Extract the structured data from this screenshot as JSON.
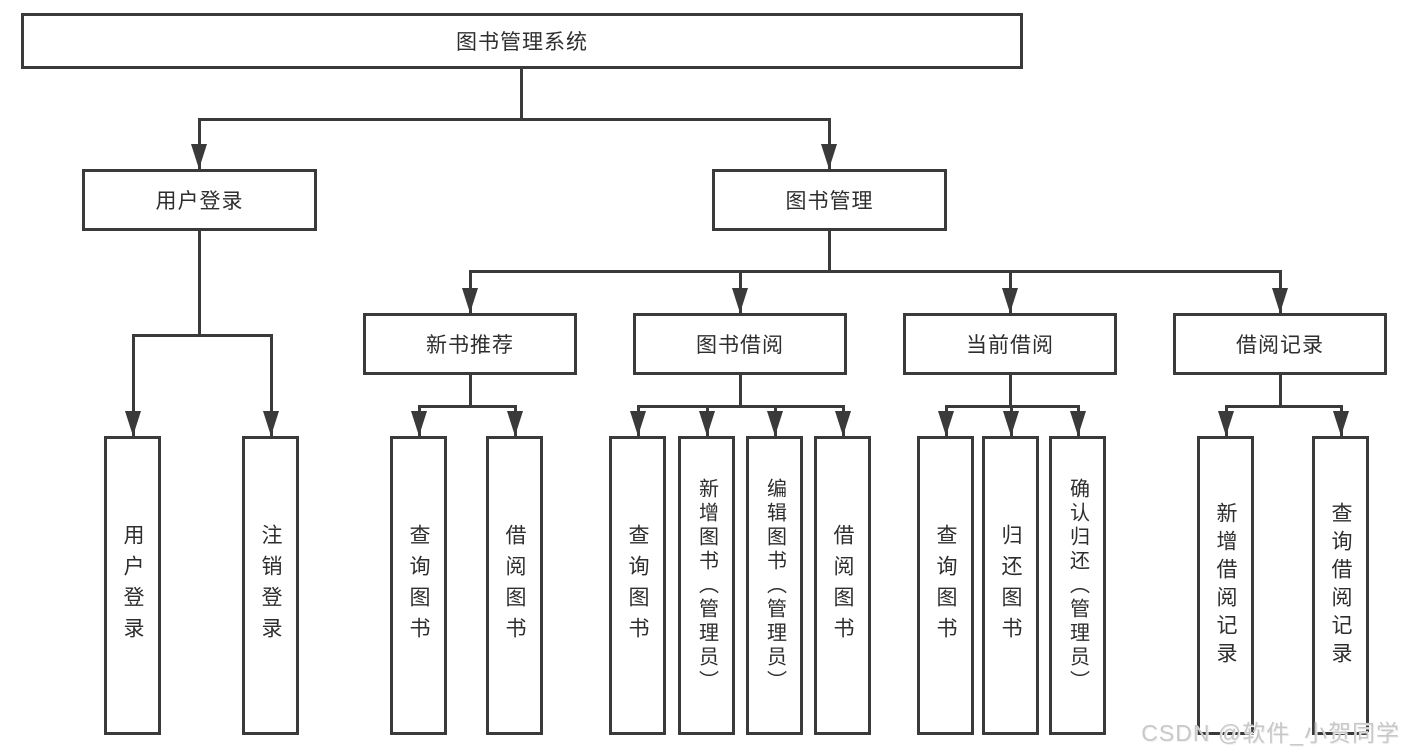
{
  "tree": {
    "root": "图书管理系统",
    "branches": [
      {
        "label": "用户登录",
        "leaves": [
          "用户登录",
          "注销登录"
        ]
      },
      {
        "label": "图书管理",
        "children": [
          {
            "label": "新书推荐",
            "leaves": [
              "查询图书",
              "借阅图书"
            ]
          },
          {
            "label": "图书借阅",
            "leaves": [
              "查询图书",
              "新增图书（管理员）",
              "编辑图书（管理员）",
              "借阅图书"
            ]
          },
          {
            "label": "当前借阅",
            "leaves": [
              "查询图书",
              "归还图书",
              "确认归还（管理员）"
            ]
          },
          {
            "label": "借阅记录",
            "leaves": [
              "新增借阅记录",
              "查询借阅记录"
            ]
          }
        ]
      }
    ]
  },
  "watermark": {
    "text": "CSDN @软件_小贺同学"
  },
  "colors": {
    "line": "#3a3a3a",
    "text": "#2e2e2e",
    "watermark": "#c8c8c8",
    "background": "#ffffff"
  }
}
